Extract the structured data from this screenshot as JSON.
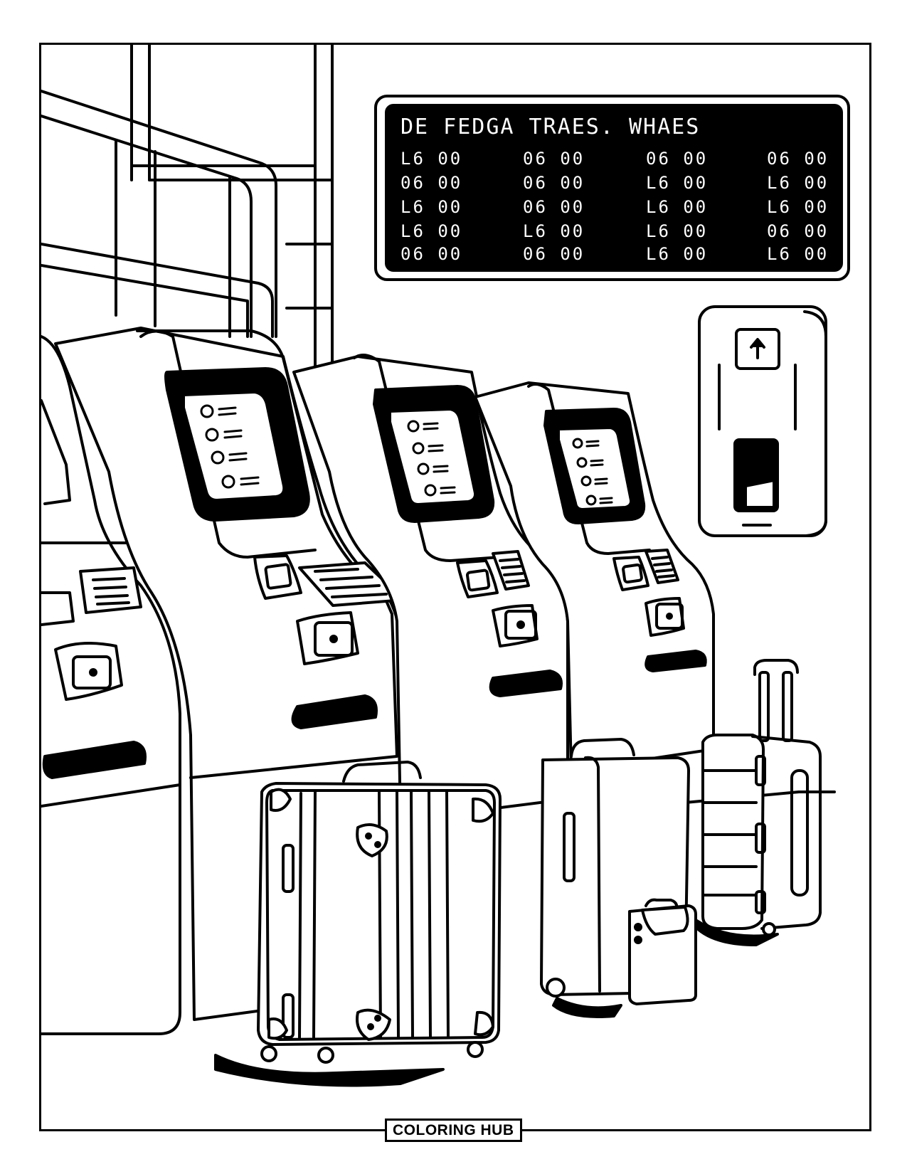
{
  "board": {
    "header": "DE FEDGA TRAES. WHAES",
    "columns": [
      [
        "L6 00",
        "06 00",
        "L6 00",
        "L6 00",
        "06 00"
      ],
      [
        "06 00",
        "06 00",
        "06 00",
        "L6 00",
        "06 00"
      ],
      [
        "06 00",
        "L6 00",
        "L6 00",
        "L6 00",
        "L6 00"
      ],
      [
        "06 00",
        "L6 00",
        "L6 00",
        "06 00",
        "L6 00"
      ]
    ]
  },
  "brand": {
    "label": "COLORING HUB"
  },
  "colors": {
    "ink": "#000000",
    "paper": "#ffffff"
  },
  "icons": [
    "up-arrow-icon",
    "checklist-icon",
    "card-slot-icon",
    "fingerprint-scanner-icon"
  ]
}
